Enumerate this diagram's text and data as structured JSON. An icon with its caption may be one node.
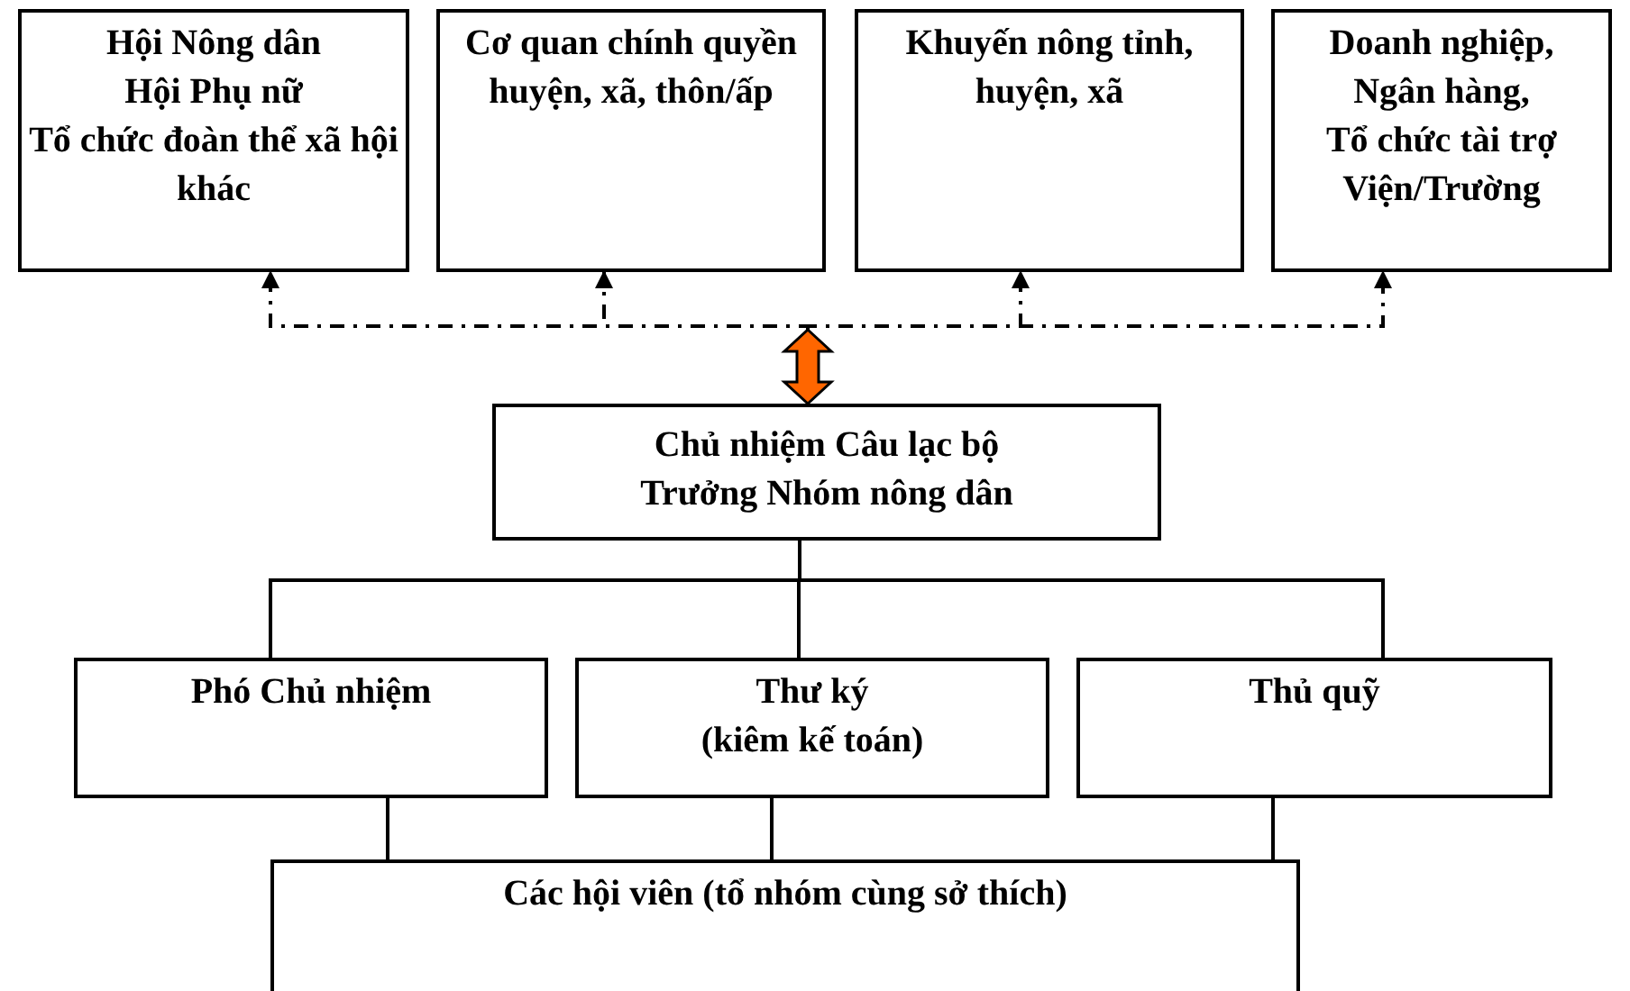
{
  "diagram": {
    "nodes": [
      {
        "text": [
          "Hội Nông dân",
          "Hội Phụ nữ",
          "Tổ chức đoàn thể xã hội khác"
        ]
      },
      {
        "text": [
          "Cơ quan chính quyền huyện, xã, thôn/ấp"
        ]
      },
      {
        "text": [
          "Khuyến nông tỉnh, huyện, xã"
        ]
      },
      {
        "text": [
          "Doanh nghiệp,",
          "Ngân hàng,",
          "Tổ chức tài trợ",
          "Viện/Trường"
        ]
      },
      {
        "text": [
          "Chủ nhiệm Câu lạc bộ",
          "Trưởng Nhóm nông dân"
        ]
      },
      {
        "text": [
          "Phó Chủ nhiệm"
        ]
      },
      {
        "text": [
          "Thư ký",
          "(kiêm kế toán)"
        ]
      },
      {
        "text": [
          "Thủ quỹ"
        ]
      },
      {
        "text": [
          "Các hội viên (tổ nhóm cùng sở thích)"
        ]
      }
    ],
    "edges": [
      {
        "from": 4,
        "to": 0,
        "arrow": "to",
        "style": "dashed"
      },
      {
        "from": 4,
        "to": 1,
        "arrow": "to",
        "style": "dashed"
      },
      {
        "from": 4,
        "to": 2,
        "arrow": "to",
        "style": "dashed"
      },
      {
        "from": 4,
        "to": 3,
        "arrow": "to",
        "style": "dashed"
      },
      {
        "from": null,
        "to": 4,
        "arrow": "both",
        "style": "thick",
        "color": "#ff6600"
      },
      {
        "from": 4,
        "to": 5,
        "arrow": "none"
      },
      {
        "from": 4,
        "to": 6,
        "arrow": "none"
      },
      {
        "from": 4,
        "to": 7,
        "arrow": "none"
      },
      {
        "from": 5,
        "to": 8,
        "arrow": "none"
      },
      {
        "from": 6,
        "to": 8,
        "arrow": "none"
      },
      {
        "from": 7,
        "to": 8,
        "arrow": "none"
      }
    ]
  }
}
